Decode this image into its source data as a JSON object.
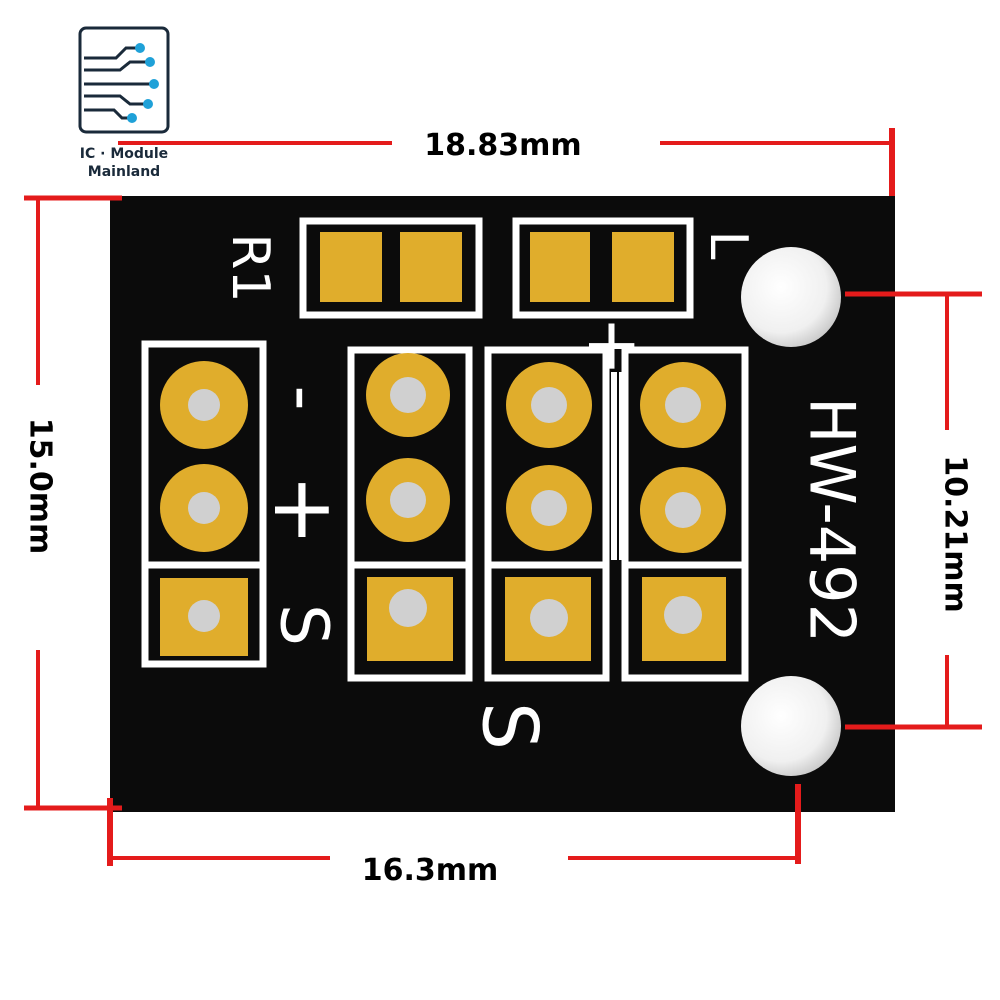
{
  "logo": {
    "line1": "IC · Module",
    "line2": "Mainland"
  },
  "dimensions": {
    "top_width": "18.83mm",
    "left_height": "15.0mm",
    "right_hole_spacing": "10.21mm",
    "bottom_width": "16.3mm"
  },
  "board": {
    "model": "HW-492",
    "resistor_label": "R1",
    "led_label": "L",
    "left_header_minus": "-",
    "left_header_plus": "+",
    "left_header_signal": "S",
    "top_plus": "+",
    "bottom_signal": "S"
  },
  "colors": {
    "pcb": "#0b0b0b",
    "pad": "#e0ad2c",
    "silkscreen": "#ffffff",
    "dimension_line": "#e41b1b"
  }
}
